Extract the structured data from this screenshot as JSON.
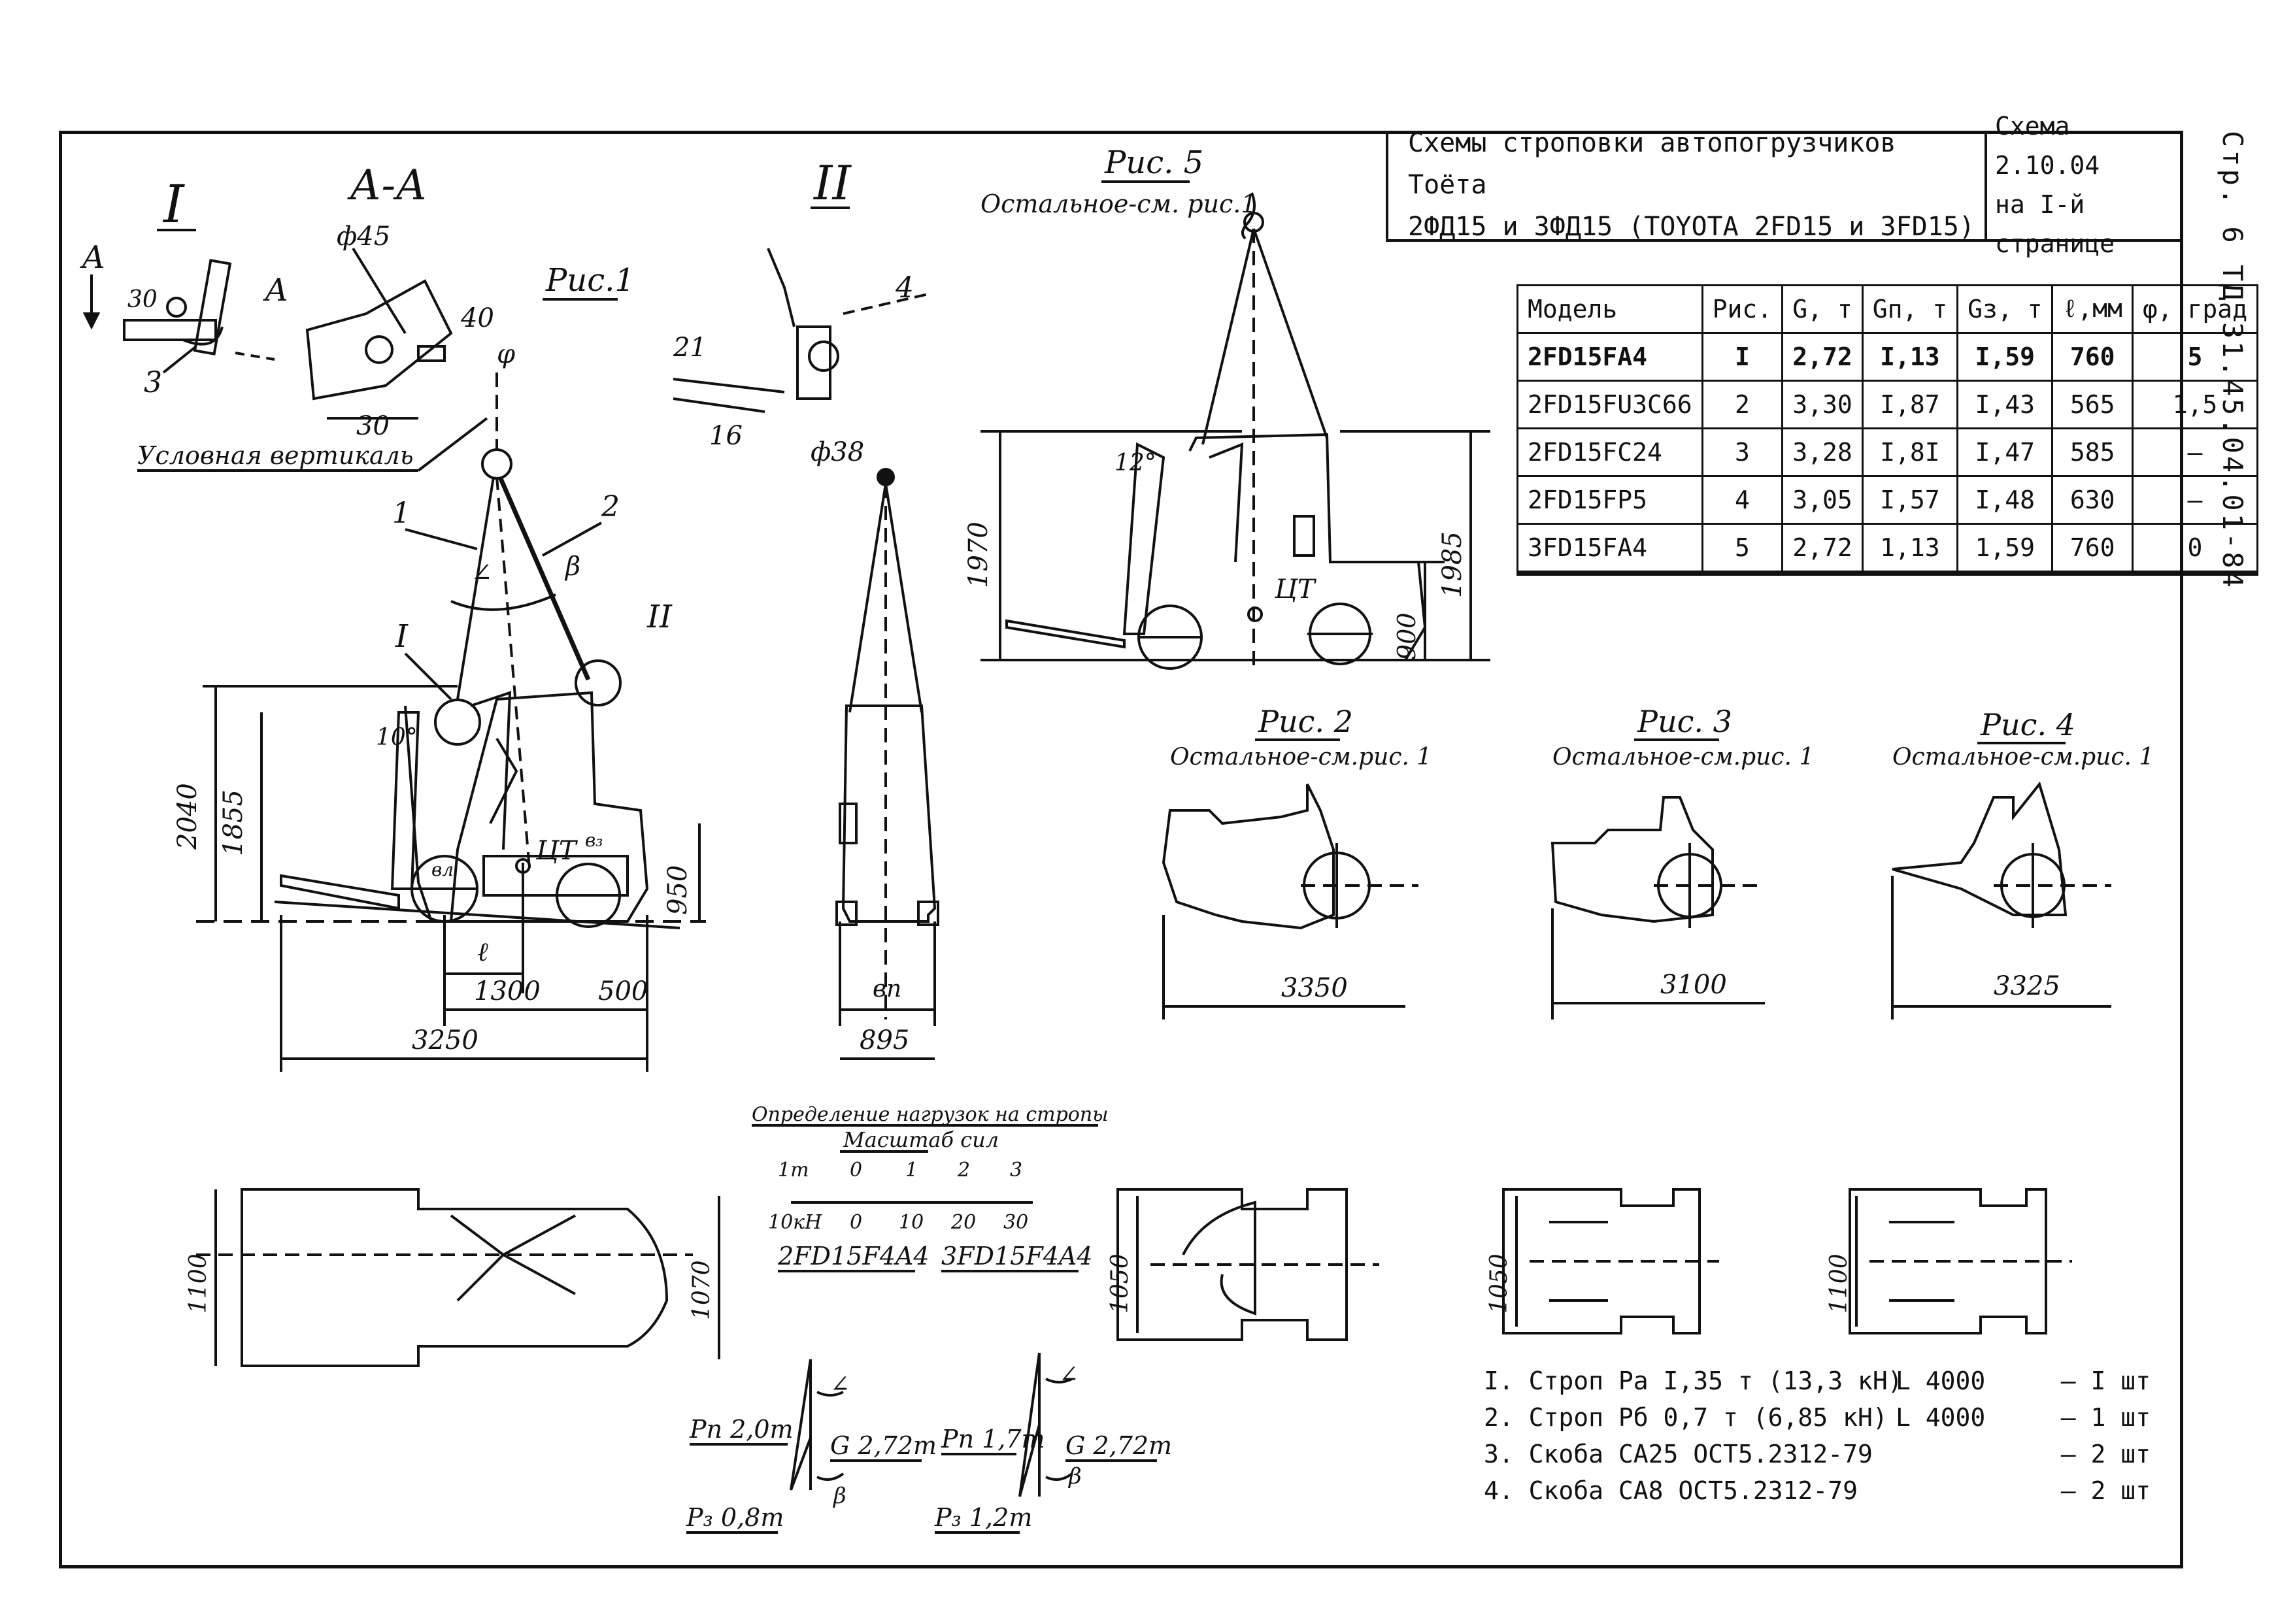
{
  "header": {
    "title_line1": "Схемы строповки автопогрузчиков Тоёта",
    "title_line2": "2ФД15 и 3ФД15 (TOYOTA 2FD15 и 3FD15)",
    "scheme_line1": "Схема 2.10.04",
    "scheme_line2": "на I-й странице",
    "side_code": "Стр. 6 ТД 31.45.04.01-84"
  },
  "table": {
    "headers": [
      "Модель",
      "Рис.",
      "G, т",
      "Gп, т",
      "Gз, т",
      "ℓ,мм",
      "φ, град"
    ],
    "rows": [
      [
        "2FD15FA4",
        "I",
        "2,72",
        "I,13",
        "I,59",
        "760",
        "5"
      ],
      [
        "2FD15FU3C66",
        "2",
        "3,30",
        "I,87",
        "I,43",
        "565",
        "1,5"
      ],
      [
        "2FD15FC24",
        "3",
        "3,28",
        "I,8I",
        "I,47",
        "585",
        "–"
      ],
      [
        "2FD15FP5",
        "4",
        "3,05",
        "I,57",
        "I,48",
        "630",
        "–"
      ],
      [
        "3FD15FA4",
        "5",
        "2,72",
        "1,13",
        "1,59",
        "760",
        "0"
      ]
    ]
  },
  "legend": [
    {
      "text": "I. Строп Pа I,35 т (13,3 кН)",
      "length": "L 4000",
      "qty": "– I шт"
    },
    {
      "text": "2. Строп Pб 0,7 т (6,85 кН)",
      "length": "L 4000",
      "qty": "– 1 шт"
    },
    {
      "text": "3. Скоба СА25 ОСТ5.2312-79",
      "length": "",
      "qty": "– 2 шт"
    },
    {
      "text": "4. Скоба СА8 ОСТ5.2312-79",
      "length": "",
      "qty": "– 2 шт"
    }
  ],
  "labels": {
    "detail_I": "I",
    "section_AA": "А-А",
    "detail_II": "II",
    "fig1": "Рис.1",
    "fig2": "Рис. 2",
    "fig3": "Рис. 3",
    "fig4": "Рис. 4",
    "fig5": "Рис. 5",
    "see_fig1_5": "Остальное-см. рис.1",
    "see_fig1": "Остальное-см.рис. 1",
    "conditional_vertical": "Условная вертикаль",
    "load_def_title": "Определение нагрузок на стропы",
    "force_scale": "Масштаб сил",
    "scale_top": [
      "1т",
      "0",
      "1",
      "2",
      "3"
    ],
    "scale_bottom": [
      "10кН",
      "0",
      "10",
      "20",
      "30"
    ],
    "model_a": "2FD15F4A4",
    "model_b": "3FD15F4A4",
    "ct": "ЦТ",
    "letter_A": "А",
    "sling1": "1",
    "sling2": "2",
    "sling4": "4",
    "sling3": "3",
    "phi": "φ",
    "alpha": "∠",
    "beta": "β",
    "ell": "ℓ",
    "bl": "вл",
    "b3": "в₃",
    "bn": "вп",
    "angle10": "10°",
    "angle12": "12°"
  },
  "dims": {
    "d45": "ф45",
    "d40": "40",
    "d30a": "30",
    "d30b": "30",
    "d21": "21",
    "d16": "16",
    "d38": "ф38",
    "h2040": "2040",
    "h1855": "1855",
    "h950": "950",
    "w1300": "1300",
    "w500": "500",
    "w3250": "3250",
    "w895": "895",
    "h1970": "1970",
    "h1985": "1985",
    "h900": "900",
    "w3350": "3350",
    "w3100": "3100",
    "w3325": "3325",
    "p1100": "1100",
    "p1070": "1070",
    "p1050a": "1050",
    "p1050b": "1050",
    "p1100b": "1100"
  },
  "forces": {
    "left": {
      "pn": "Pп 2,0т",
      "g": "G 2,72т",
      "p3": "P₃ 0,8т"
    },
    "right": {
      "pn": "Pп 1,7т",
      "g": "G 2,72т",
      "p3": "P₃ 1,2т"
    }
  }
}
